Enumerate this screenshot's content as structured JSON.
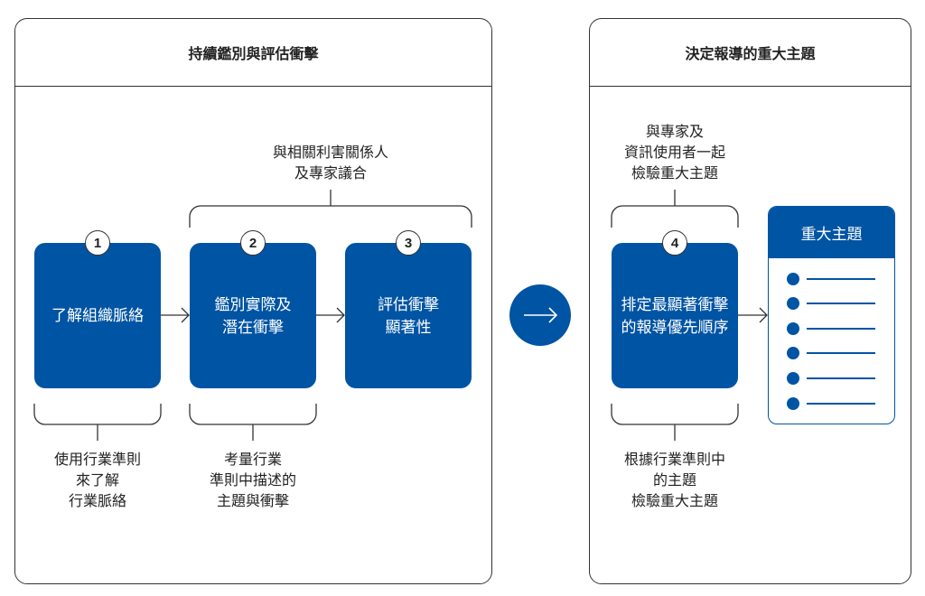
{
  "left_panel": {
    "title": "持續鑑別與評估衝擊",
    "steps": [
      {
        "number": "1",
        "label": "了解組織脈絡"
      },
      {
        "number": "2",
        "label": "鑑別實際及\n潛在衝擊"
      },
      {
        "number": "3",
        "label": "評估衝擊\n顯著性"
      }
    ],
    "top_note": "與相關利害關係人\n及專家議合",
    "bottom_notes": [
      "使用行業準則\n來了解\n行業脈絡",
      "考量行業\n準則中描述的\n主題與衝擊"
    ]
  },
  "right_panel": {
    "title": "決定報導的重大主題",
    "step": {
      "number": "4",
      "label": "排定最顯著衝擊\n的報導優先順序"
    },
    "top_note": "與專家及\n資訊使用者一起\n檢驗重大主題",
    "bottom_note": "根據行業準則中\n的主題\n檢驗重大主題",
    "list_title": "重大主題",
    "list_item_count": 6
  },
  "colors": {
    "accent": "#0054a4",
    "line": "#333333"
  }
}
